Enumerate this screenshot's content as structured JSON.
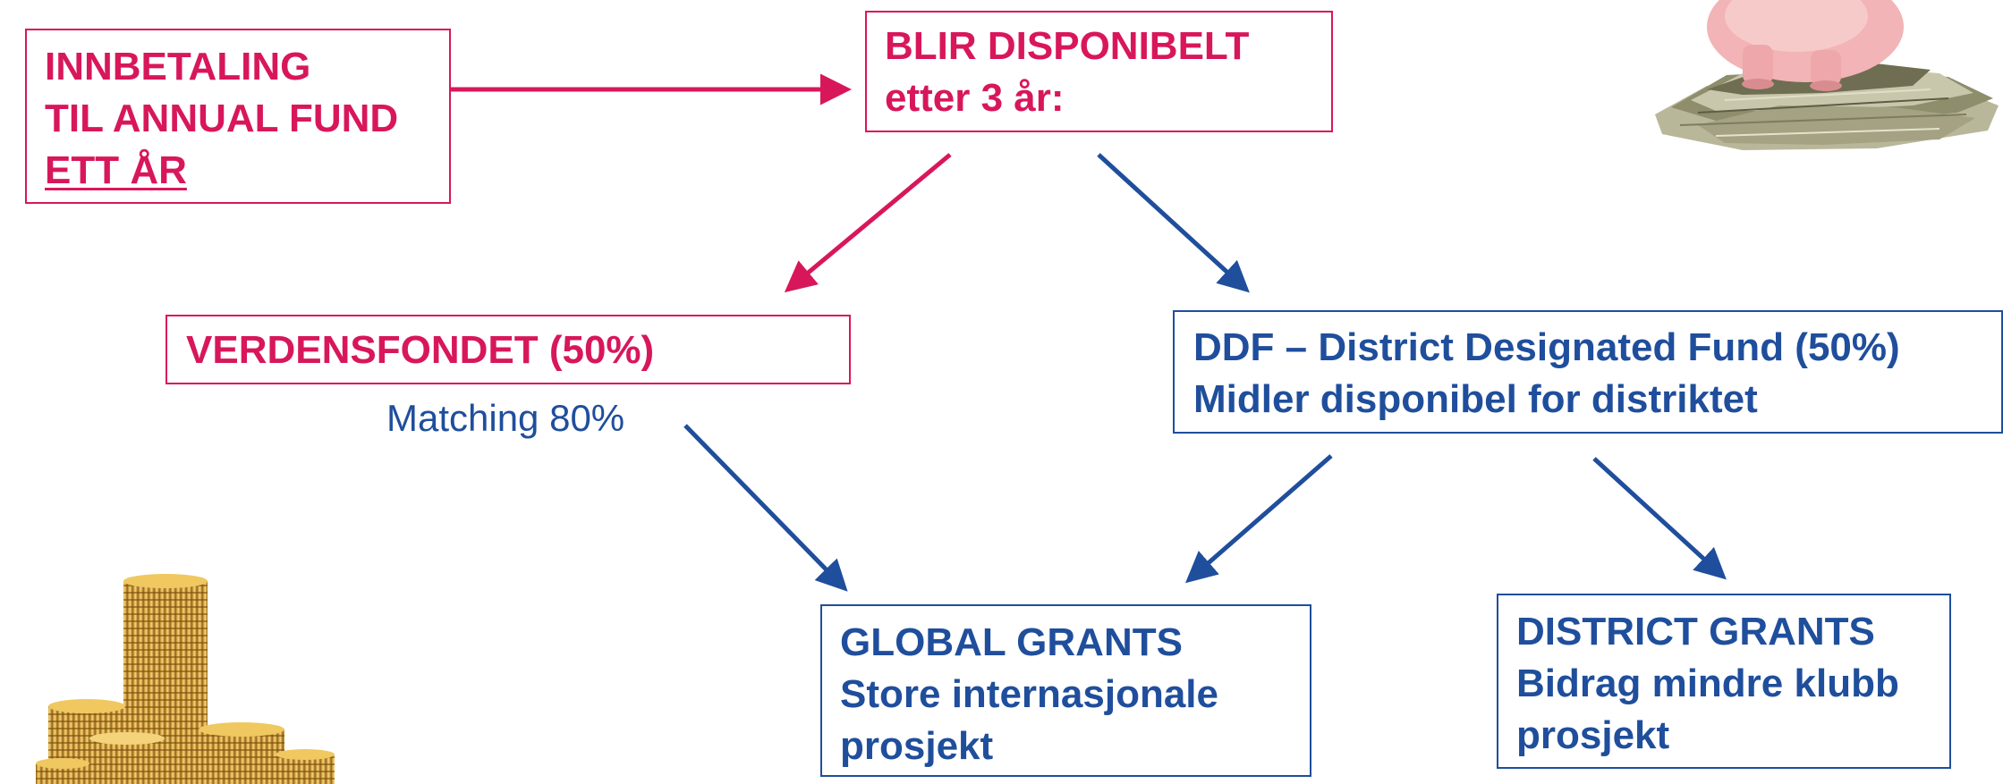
{
  "boxes": {
    "innbetaling": {
      "line1": "INNBETALING",
      "line2": "TIL ANNUAL FUND",
      "line3": "ETT ÅR"
    },
    "disponibelt": {
      "line1": "BLIR DISPONIBELT",
      "line2": "etter 3 år:"
    },
    "verdensfondet": {
      "line1": "VERDENSFONDET (50%)"
    },
    "matching": "Matching 80%",
    "ddf": {
      "line1": "DDF – District Designated Fund (50%)",
      "line2": "Midler disponibel for distriktet"
    },
    "global_grants": {
      "line1": "GLOBAL GRANTS",
      "line2": "Store internasjonale",
      "line3": "prosjekt"
    },
    "district_grants": {
      "line1": "DISTRICT GRANTS",
      "line2": "Bidrag mindre klubb",
      "line3": "prosjekt"
    }
  },
  "colors": {
    "pink": "#d8175b",
    "blue": "#1f4e9c"
  },
  "images": {
    "top_right": "piggy-bank-on-money-image",
    "bottom_left": "gold-coin-stacks-image"
  }
}
